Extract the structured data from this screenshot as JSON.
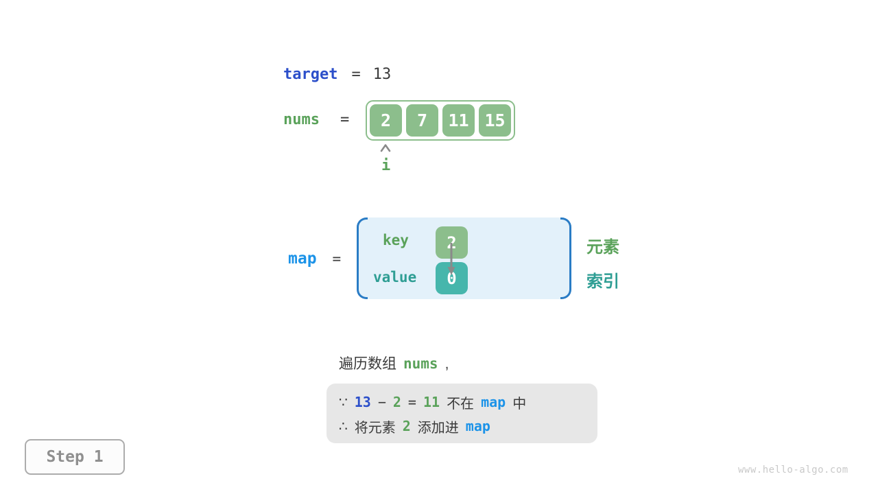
{
  "figure": {
    "target_line": {
      "label": "target",
      "eq": "=",
      "value": "13"
    },
    "nums_line": {
      "label": "nums",
      "eq": "="
    },
    "array": {
      "values": [
        "2",
        "7",
        "11",
        "15"
      ]
    },
    "pointer": {
      "label": "i"
    },
    "map_line": {
      "label": "map",
      "eq": "="
    },
    "map_box": {
      "key_label": "key",
      "key_value": "2",
      "value_label": "value",
      "value_value": "0"
    },
    "legend": {
      "element": "元素",
      "index": "索引"
    },
    "caption": {
      "prefix": "遍历数组",
      "code": "nums",
      "comma": ","
    },
    "note": {
      "line1": {
        "because": "∵",
        "minuend": "13",
        "minus": "−",
        "subtrahend": "2",
        "eq": "=",
        "difference": "11",
        "not_in": "不在",
        "map": "map",
        "suffix": "中"
      },
      "line2": {
        "therefore": "∴",
        "text1": "将元素",
        "num": "2",
        "text2": "添加进",
        "map": "map"
      }
    },
    "step": {
      "label": "Step 1"
    },
    "watermark": "www.hello-algo.com"
  },
  "colors": {
    "target_blue": "#2C4FCA",
    "map_blue": "#1C93E8",
    "green_text": "#5AA25A",
    "green_fill": "#8CBE8C",
    "teal_text": "#2F9E94",
    "teal_fill": "#46B6AC",
    "bracket_blue": "#2A7CC5",
    "map_container_bg": "#E3F1FA",
    "dark_text": "#3B3B3B",
    "note_bg": "#E7E7E7",
    "arrow_gray": "#8A8A8A"
  }
}
